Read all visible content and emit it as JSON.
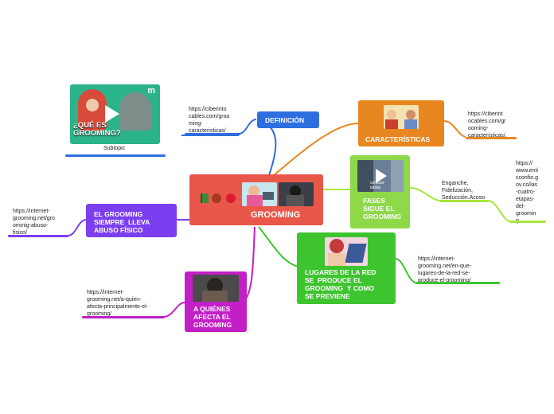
{
  "root": {
    "label": "GROOMING",
    "color": "#e8574a"
  },
  "nodes": {
    "definicion": {
      "label": "DEFINICIÓN",
      "color": "#2e6fe0"
    },
    "caracteristicas": {
      "label": "CARACTERÍSTICAS",
      "color": "#e8861f"
    },
    "fases": {
      "label": "FASES\nSIGUE EL\nGROOMING",
      "color": "#8ed84a"
    },
    "lugares": {
      "label": "LUGARES DE LA RED\nSE  PRODUCE EL\nGROOMING  Y COMO\nSE PREVIENE",
      "color": "#3ec42f"
    },
    "quienes": {
      "label": "A QUIÉNES\nAFECTA EL\nGROOMING",
      "color": "#c31fc7"
    },
    "abuso": {
      "label": "EL GROOMING\nSIEMPRE  LLEVA\nABUSO FÍSICO",
      "color": "#7b3ff0"
    }
  },
  "video": {
    "subtopic_label": "Subtopic",
    "thumb_text": "¿QUÉ ES\nGROOMING?",
    "logo": "m"
  },
  "fases_thumb_text": "conocer\ntablas",
  "urls": {
    "definicion": "https://ciberinto\ncables.com/groo\nming-\ncaracteristicas/",
    "caracteristicas": "https://ciberint\nocables.com/gr\nooming-\ncaracteristicas/.",
    "fases_sub": "Enganche,\nFidelización,\nSeducción.Acoso",
    "fases_url": "https://\nwww.enti\ncconfio.g\nov.co/las\n-cuatro-\netapas-\ndel-\ngroomin\ng",
    "lugares": "https://internet-\ngrooming.net/en-que-\nlugares-de-la-red-se-\nproduce-el-grooming/",
    "quienes": "https://internet-\ngrooming.net/a-quien-\nafecta-principalmente-el-\ngrooming/",
    "abuso": "https://internet-\ngrooming.net/gro\nominig-abuso-\nfisico/"
  },
  "colors": {
    "blue": "#2e6fe0",
    "orange": "#e8861f",
    "lime": "#a8e63a",
    "green": "#3ec42f",
    "magenta": "#c31fc7",
    "purple": "#7b3ff0"
  }
}
